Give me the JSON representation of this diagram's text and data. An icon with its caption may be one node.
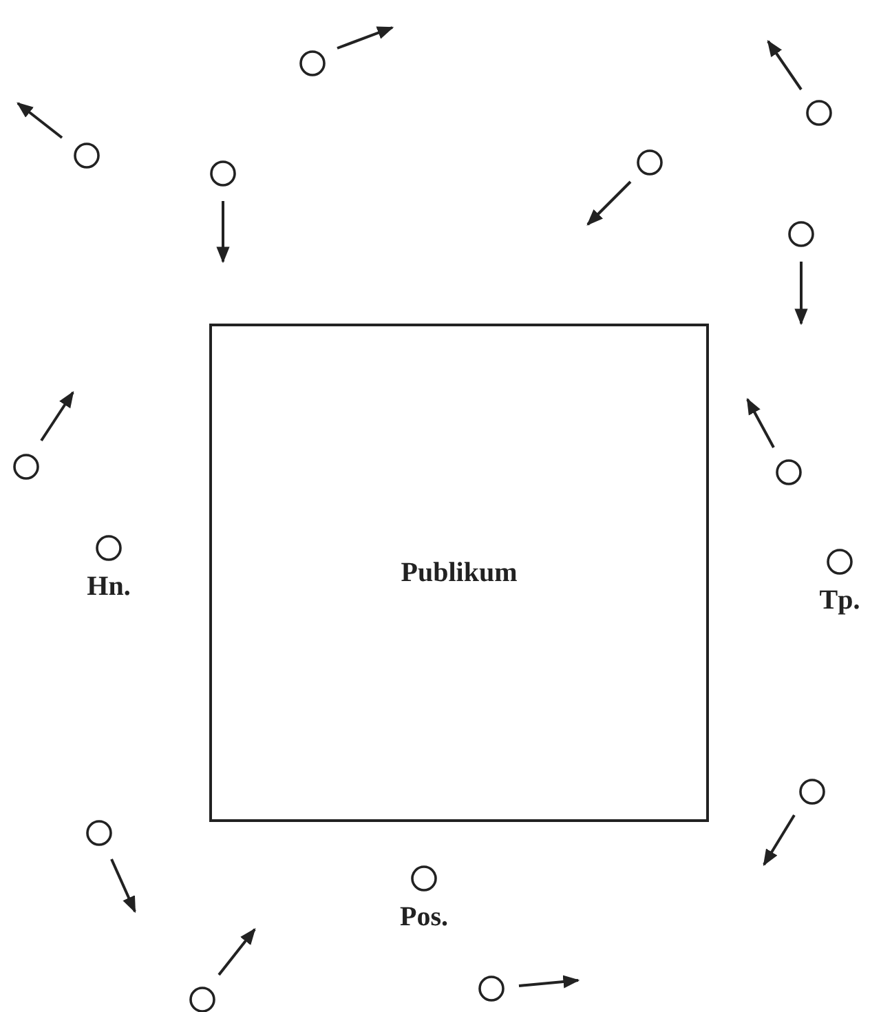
{
  "diagram": {
    "nodes": [
      {
        "text": [],
        "shape": "circle"
      },
      {
        "text": [],
        "shape": "circle"
      },
      {
        "text": [],
        "shape": "circle"
      },
      {
        "text": [],
        "shape": "circle"
      },
      {
        "text": [],
        "shape": "circle"
      },
      {
        "text": [],
        "shape": "circle"
      },
      {
        "text": [
          "Publikum"
        ]
      },
      {
        "text": [],
        "shape": "circle"
      },
      {
        "text": [],
        "shape": "circle"
      },
      {
        "text": [
          "Hn."
        ]
      },
      {
        "text": [
          "Tp."
        ]
      },
      {
        "text": [],
        "shape": "circle"
      },
      {
        "text": [],
        "shape": "circle"
      },
      {
        "text": [
          "Pos."
        ]
      },
      {
        "text": [],
        "shape": "circle"
      },
      {
        "text": [],
        "shape": "circle"
      }
    ]
  }
}
